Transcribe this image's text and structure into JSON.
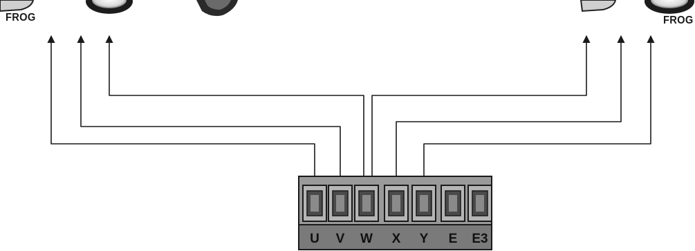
{
  "labels": {
    "left_device": "FROG",
    "right_device": "FROG"
  },
  "terminal_block": {
    "terminals": [
      "U",
      "V",
      "W",
      "X",
      "Y",
      "E",
      "E3"
    ],
    "connected": [
      "U",
      "V",
      "W",
      "W",
      "X",
      "Y"
    ]
  },
  "colors": {
    "wire": "#1a1a1a",
    "block_body": "#9a9a9a",
    "block_label_strip": "#7a7a7a",
    "terminal_slot": "#cfcfcf"
  }
}
